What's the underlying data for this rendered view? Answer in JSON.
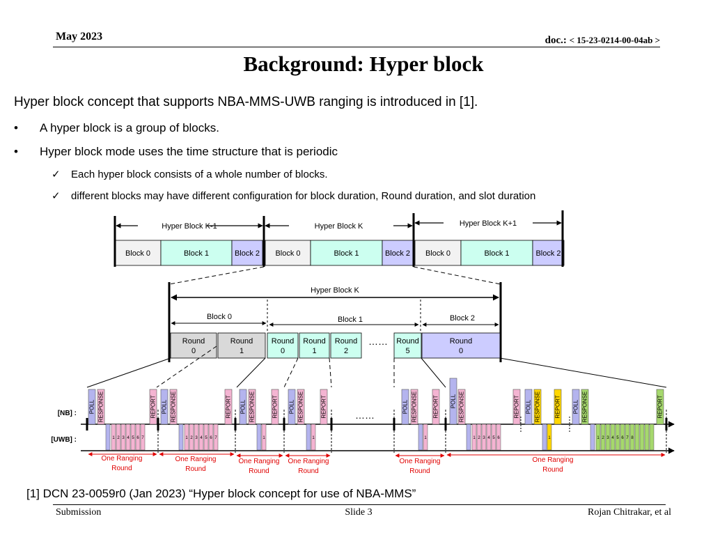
{
  "header": {
    "date": "May 2023",
    "doc_prefix": "doc.:",
    "doc_number": "< 15-23-0214-00-04ab >"
  },
  "title": "Background: Hyper block",
  "intro": "Hyper block concept that supports NBA-MMS-UWB ranging is introduced in [1].",
  "bullets": [
    {
      "mark": "•",
      "text": "A hyper block is a group of blocks."
    },
    {
      "mark": "•",
      "text": "Hyper block mode uses the time structure that is periodic"
    }
  ],
  "sub_bullets": [
    {
      "mark": "✓",
      "text": "Each hyper block consists of a whole number of blocks."
    },
    {
      "mark": "✓",
      "text": "different blocks may have different configuration for block duration, Round duration, and slot duration"
    }
  ],
  "diagram": {
    "hyper_blocks": [
      "Hyper Block K-1",
      "Hyper Block K",
      "Hyper Block K+1"
    ],
    "top_blocks": [
      "Block 0",
      "Block 1",
      "Block 2",
      "Block 0",
      "Block 1",
      "Block 2",
      "Block 0",
      "Block 1",
      "Block 2"
    ],
    "detail_title": "Hyper Block K",
    "detail_blocks": [
      "Block 0",
      "Block 1",
      "Block 2"
    ],
    "rounds": [
      {
        "a": "Round",
        "b": "0"
      },
      {
        "a": "Round",
        "b": "1"
      },
      {
        "a": "Round",
        "b": "0"
      },
      {
        "a": "Round",
        "b": "1"
      },
      {
        "a": "Round",
        "b": "2"
      },
      {
        "a": "Round",
        "b": "5"
      },
      {
        "a": "Round",
        "b": "0"
      }
    ],
    "ellipsis": "……",
    "nb_label": "[NB] :",
    "uwb_label": "[UWB] :",
    "frame_labels": {
      "poll": "POLL",
      "response": "RESPONSE",
      "report": "REPORT"
    },
    "slot_numbers": [
      "1",
      "2",
      "3",
      "4",
      "5",
      "6",
      "7",
      "8"
    ],
    "ranging_round": {
      "line1": "One Ranging",
      "line2": "Round"
    },
    "colors": {
      "block0": "#f2f2f2",
      "block1": "#ccfff0",
      "block2": "#ccccff",
      "round_gray": "#d9d9d9",
      "frame_blue": "#b4b4ee",
      "frame_pink": "#f4b4d2",
      "frame_yellow": "#ffd700",
      "frame_green": "#a6d86e",
      "red": "#e00000"
    }
  },
  "reference": "[1] DCN 23-0059r0 (Jan 2023) “Hyper block concept for use of NBA-MMS”",
  "footer": {
    "left": "Submission",
    "center": "Slide 3",
    "right": "Rojan Chitrakar, et al"
  }
}
